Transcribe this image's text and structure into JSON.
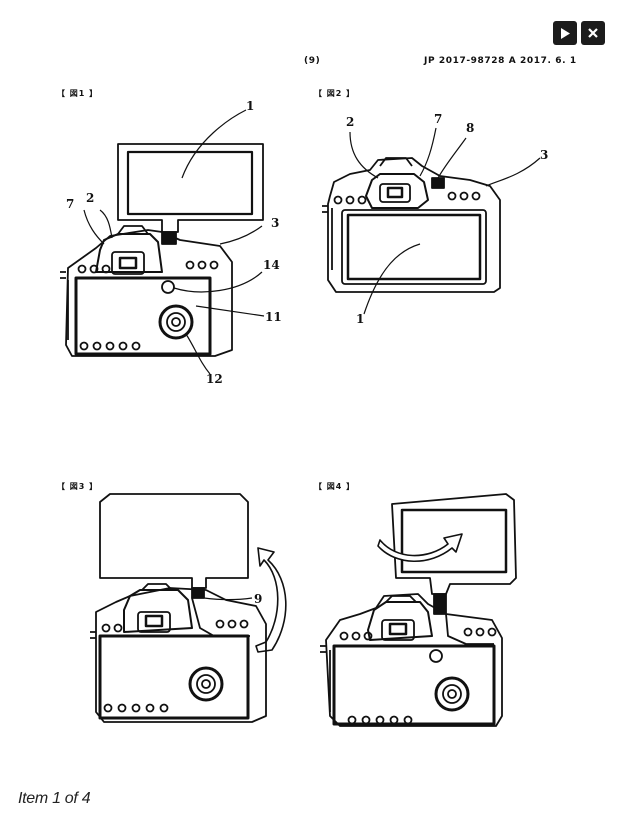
{
  "toolbar": {
    "play_icon": "play-icon",
    "close_icon": "close-icon"
  },
  "header": {
    "page_number": "(9)",
    "publication": "JP 2017-98728 A 2017. 6. 1"
  },
  "figures": [
    {
      "label": "【 図1 】",
      "refs": [
        "1",
        "2",
        "7",
        "3",
        "14",
        "11",
        "12"
      ]
    },
    {
      "label": "【 図2 】",
      "refs": [
        "2",
        "7",
        "8",
        "3",
        "1"
      ]
    },
    {
      "label": "【 図3 】",
      "refs": [
        "9"
      ]
    },
    {
      "label": "【 図4 】",
      "refs": []
    }
  ],
  "footer": {
    "counter": "Item 1 of 4"
  }
}
